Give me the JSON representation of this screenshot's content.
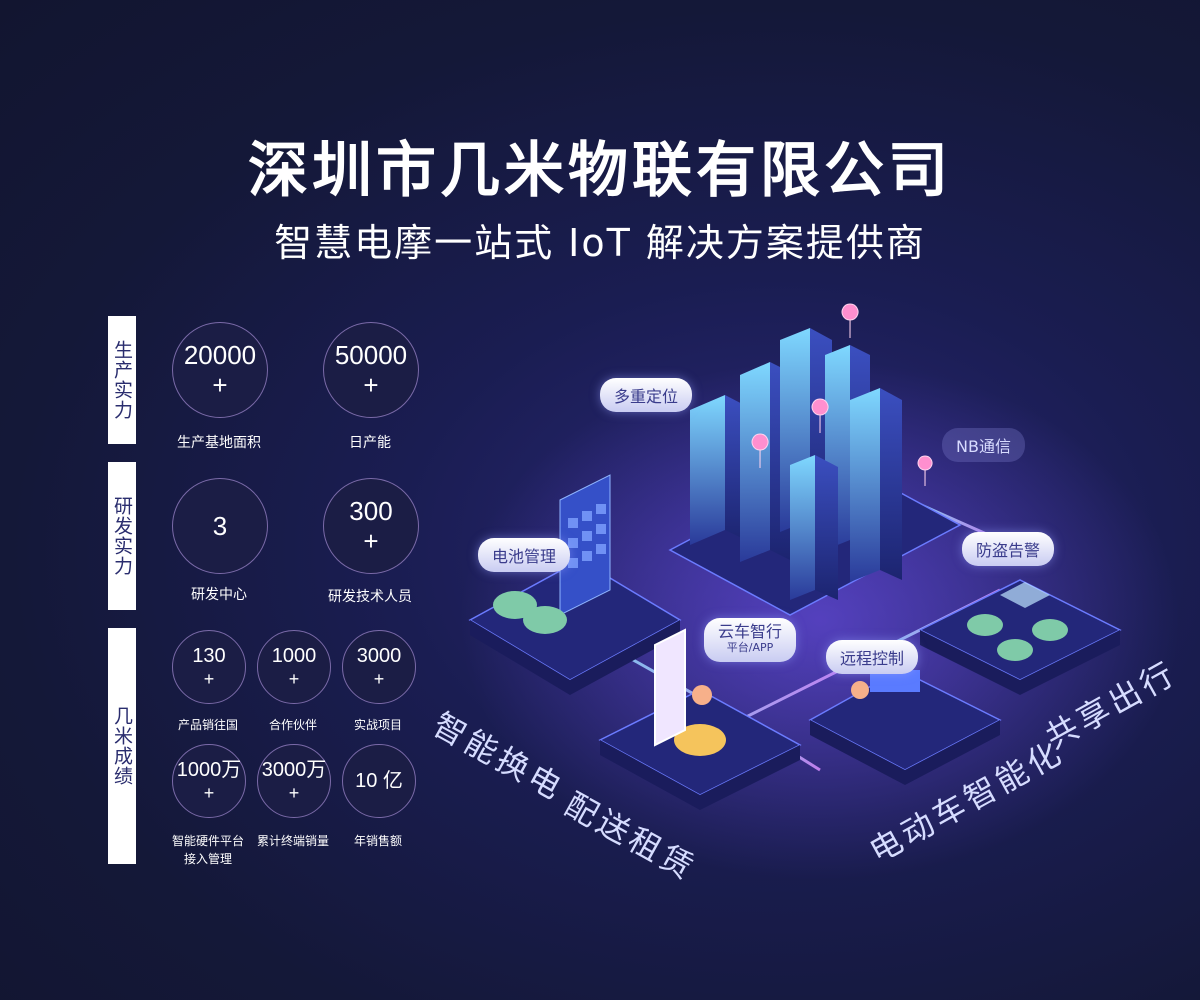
{
  "header": {
    "title": "深圳市几米物联有限公司",
    "subtitle": "智慧电摩一站式 IoT 解决方案提供商"
  },
  "sections": {
    "production": {
      "label": "生产实力",
      "stats": [
        {
          "value": "20000",
          "plus": "+",
          "caption": "生产基地面积"
        },
        {
          "value": "50000",
          "plus": "+",
          "caption": "日产能"
        }
      ]
    },
    "rnd": {
      "label": "研发实力",
      "stats": [
        {
          "value": "3",
          "plus": "",
          "caption": "研发中心"
        },
        {
          "value": "300",
          "plus": "+",
          "caption": "研发技术人员"
        }
      ]
    },
    "achievements": {
      "label": "几米成绩",
      "stats": [
        {
          "value": "130",
          "plus": "+",
          "caption": "产品销往国"
        },
        {
          "value": "1000",
          "plus": "+",
          "caption": "合作伙伴"
        },
        {
          "value": "3000",
          "plus": "+",
          "caption": "实战项目"
        },
        {
          "value": "1000万",
          "plus": "+",
          "caption1": "智能硬件平台",
          "caption2": "接入管理"
        },
        {
          "value": "3000万",
          "plus": "+",
          "caption": "累计终端销量"
        },
        {
          "value": "10 亿",
          "plus": "",
          "caption": "年销售额"
        }
      ]
    }
  },
  "illustration": {
    "tags": {
      "positioning": "多重定位",
      "nb": "NB通信",
      "battery": "电池管理",
      "anti_theft": "防盗告警",
      "cloud_title": "云车智行",
      "cloud_sub": "平台/APP",
      "remote": "远程控制"
    },
    "zones": {
      "swap": "智能换电",
      "delivery": "配送租赁",
      "ebike": "电动车智能化",
      "sharing": "共享出行"
    }
  },
  "colors": {
    "background": "#16193f",
    "accent": "#6a5ee8",
    "label_bg": "#ffffff",
    "label_text": "#2a2d6e"
  }
}
